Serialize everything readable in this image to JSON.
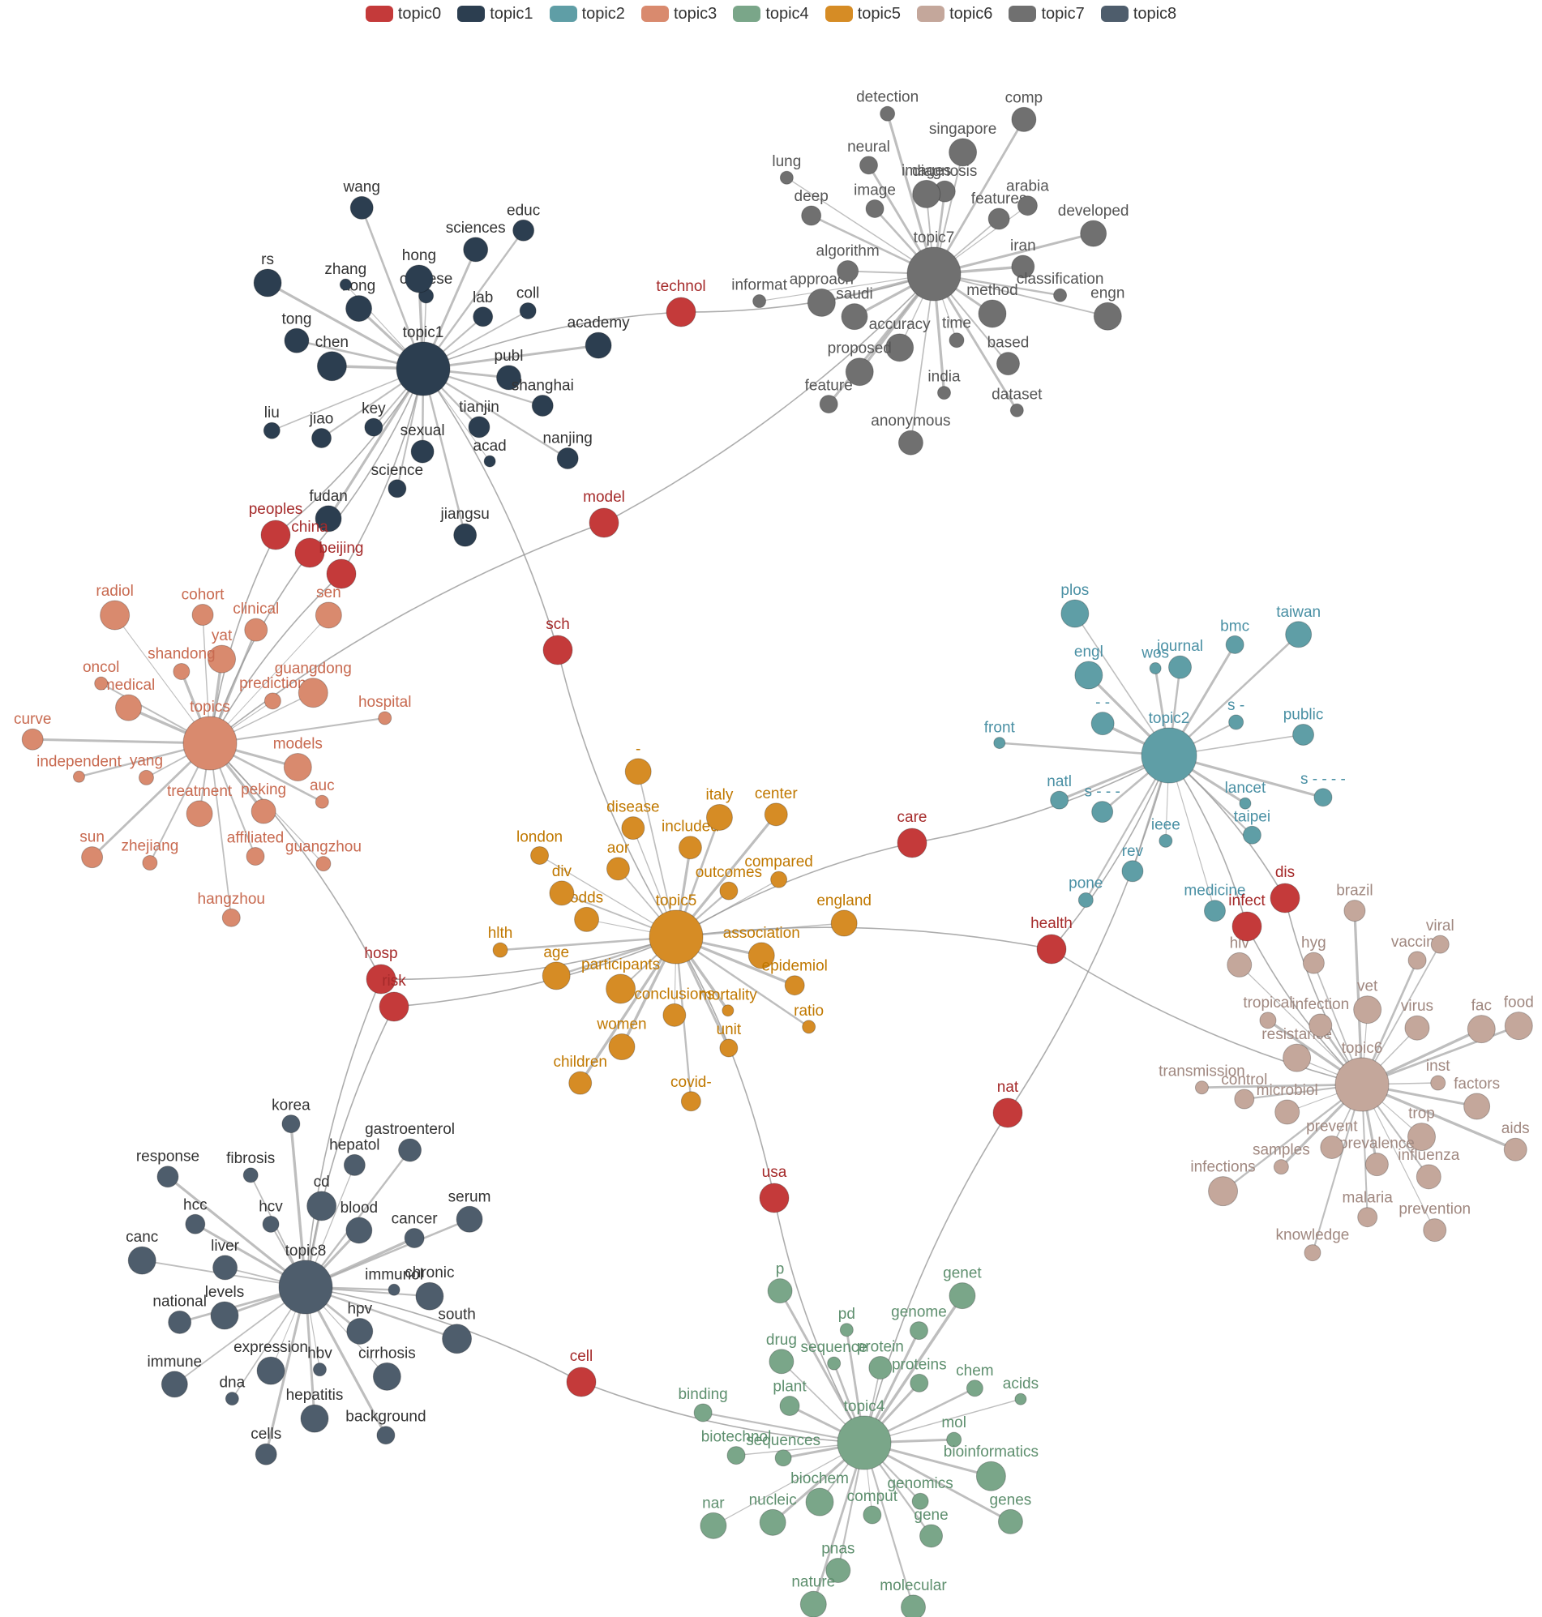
{
  "legend": [
    {
      "label": "topic0",
      "color": "#c43a3a"
    },
    {
      "label": "topic1",
      "color": "#2c3e50"
    },
    {
      "label": "topic2",
      "color": "#5f9ea6"
    },
    {
      "label": "topic3",
      "color": "#d98a6e"
    },
    {
      "label": "topic4",
      "color": "#7aa689"
    },
    {
      "label": "topic5",
      "color": "#d68c25"
    },
    {
      "label": "topic6",
      "color": "#c4a79b"
    },
    {
      "label": "topic7",
      "color": "#707070"
    },
    {
      "label": "topic8",
      "color": "#4e5d6c"
    }
  ],
  "label_colors": {
    "topic0": "#a52a2a",
    "topic1": "#333333",
    "topic2": "#4a90a4",
    "topic3": "#c86a50",
    "topic4": "#5e8f6e",
    "topic5": "#c07800",
    "topic6": "#a08880",
    "topic7": "#555555",
    "topic8": "#333333"
  },
  "bridges": [
    {
      "label": "technol",
      "links": [
        "topic1",
        "topic7"
      ]
    },
    {
      "label": "model",
      "links": [
        "topic7",
        "topic3"
      ]
    },
    {
      "label": "peoples",
      "links": [
        "topic1",
        "topic3"
      ]
    },
    {
      "label": "china",
      "links": [
        "topic1",
        "topic3"
      ]
    },
    {
      "label": "beijing",
      "links": [
        "topic1",
        "topic3"
      ]
    },
    {
      "label": "sch",
      "links": [
        "topic1",
        "topic5"
      ]
    },
    {
      "label": "care",
      "links": [
        "topic5",
        "topic2"
      ]
    },
    {
      "label": "dis",
      "links": [
        "topic2",
        "topic6"
      ]
    },
    {
      "label": "infect",
      "links": [
        "topic2",
        "topic6"
      ]
    },
    {
      "label": "health",
      "links": [
        "topic5",
        "topic6",
        "topic2"
      ]
    },
    {
      "label": "hosp",
      "links": [
        "topic3",
        "topic5",
        "topic8"
      ]
    },
    {
      "label": "risk",
      "links": [
        "topic5",
        "topic8"
      ]
    },
    {
      "label": "nat",
      "links": [
        "topic2",
        "topic4"
      ]
    },
    {
      "label": "usa",
      "links": [
        "topic5",
        "topic4"
      ]
    },
    {
      "label": "cell",
      "links": [
        "topic8",
        "topic4"
      ]
    }
  ],
  "clusters": [
    {
      "topic": "topic1",
      "hub": "topic1",
      "terms": [
        "chinese",
        "sciences",
        "educ",
        "lab",
        "coll",
        "academy",
        "publ",
        "shanghai",
        "nanjing",
        "tianjin",
        "acad",
        "jiangsu",
        "sexual",
        "science",
        "fudan",
        "key",
        "jiao",
        "liu",
        "chen",
        "tong",
        "rs",
        "kong",
        "zhang",
        "wang",
        "hong"
      ]
    },
    {
      "topic": "topic7",
      "hub": "topic7",
      "terms": [
        "diagnosis",
        "singapore",
        "comp",
        "features",
        "arabia",
        "developed",
        "iran",
        "classification",
        "engn",
        "method",
        "based",
        "dataset",
        "time",
        "india",
        "anonymous",
        "accuracy",
        "proposed",
        "feature",
        "saudi",
        "approach",
        "informat",
        "algorithm",
        "deep",
        "lung",
        "image",
        "neural",
        "detection",
        "images"
      ]
    },
    {
      "topic": "topic3",
      "hub": "topics",
      "terms": [
        "yat",
        "clinical",
        "sen",
        "prediction",
        "guangdong",
        "hospital",
        "models",
        "auc",
        "guangzhou",
        "peking",
        "affiliated",
        "hangzhou",
        "treatment",
        "zhejiang",
        "sun",
        "yang",
        "independent",
        "curve",
        "medical",
        "oncol",
        "radiol",
        "shandong",
        "cohort"
      ]
    },
    {
      "topic": "topic2",
      "hub": "topic2",
      "terms": [
        "journal",
        "bmc",
        "taiwan",
        "s  -",
        "public",
        "s - - - -",
        "lancet",
        "taipei",
        "medicine",
        "ieee",
        "rev",
        "pone",
        "s - - -",
        "natl",
        "front",
        "- -",
        "engl",
        "plos",
        "wos"
      ]
    },
    {
      "topic": "topic5",
      "hub": "topic5",
      "terms": [
        "included",
        "italy",
        "center",
        "outcomes",
        "compared",
        "england",
        "association",
        "epidemiol",
        "ratio",
        "mortality",
        "unit",
        "covid-",
        "conclusions",
        "women",
        "children",
        "participants",
        "age",
        "hlth",
        "odds",
        "div",
        "london",
        "aor",
        "disease",
        "-"
      ]
    },
    {
      "topic": "topic6",
      "hub": "topic6",
      "terms": [
        "vet",
        "vaccine",
        "viral",
        "virus",
        "fac",
        "food",
        "inst",
        "factors",
        "aids",
        "trop",
        "influenza",
        "prevention",
        "prevalence",
        "malaria",
        "knowledge",
        "prevent",
        "samples",
        "infections",
        "microbiol",
        "control",
        "transmission",
        "resistance",
        "tropical",
        "hiv",
        "infection",
        "hyg",
        "brazil"
      ]
    },
    {
      "topic": "topic8",
      "hub": "topic8",
      "terms": [
        "cd",
        "hepatol",
        "gastroenterol",
        "blood",
        "cancer",
        "serum",
        "immunol",
        "chronic",
        "south",
        "hpv",
        "cirrhosis",
        "background",
        "hbv",
        "hepatitis",
        "cells",
        "expression",
        "dna",
        "immune",
        "levels",
        "national",
        "canc",
        "liver",
        "hcc",
        "response",
        "hcv",
        "fibrosis",
        "korea"
      ]
    },
    {
      "topic": "topic4",
      "hub": "topic4",
      "terms": [
        "protein",
        "genome",
        "genet",
        "proteins",
        "chem",
        "acids",
        "mol",
        "bioinformatics",
        "genes",
        "genomics",
        "gene",
        "molecular",
        "comput",
        "pnas",
        "nature",
        "biochem",
        "nucleic",
        "nar",
        "sequences",
        "biotechnol",
        "binding",
        "plant",
        "drug",
        "p",
        "sequence",
        "pd"
      ]
    }
  ]
}
